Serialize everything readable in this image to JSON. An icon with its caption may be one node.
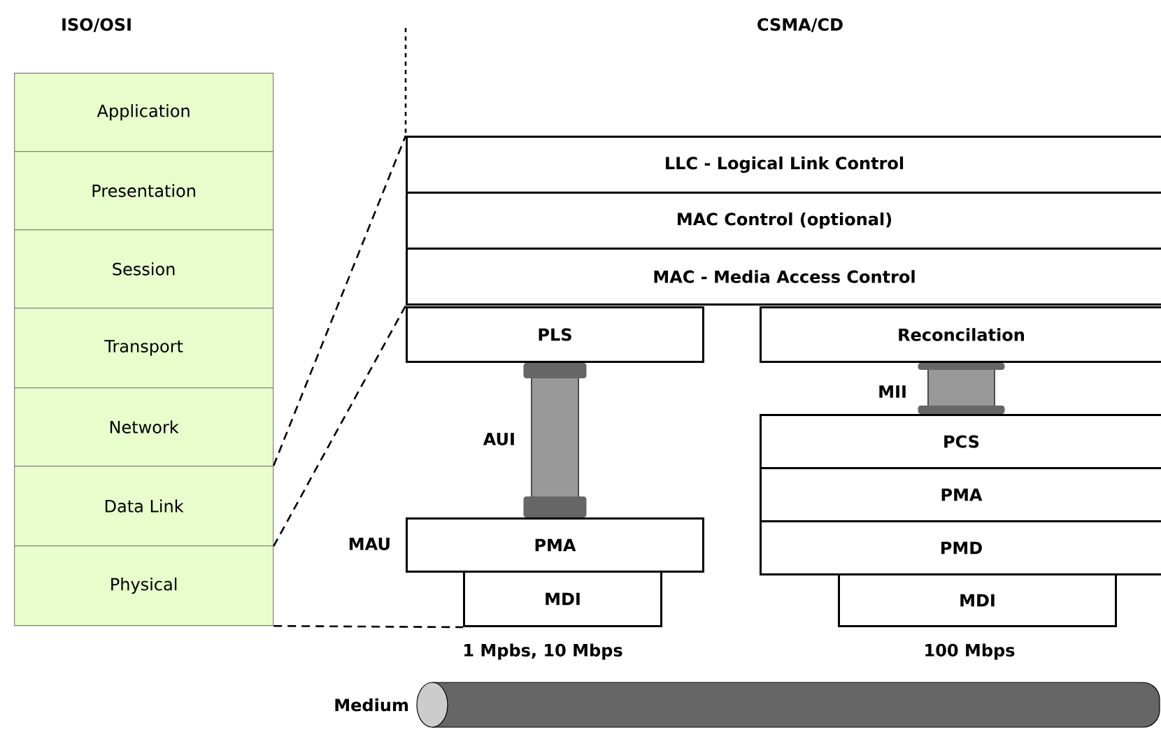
{
  "diagram": {
    "nodes": [
      {
        "text": [
          "Application"
        ]
      },
      {
        "text": [
          "Presentation"
        ]
      },
      {
        "text": [
          "Session"
        ]
      },
      {
        "text": [
          "Transport"
        ]
      },
      {
        "text": [
          "Network"
        ]
      },
      {
        "text": [
          "Data Link"
        ]
      },
      {
        "text": [
          "Physical"
        ]
      },
      {
        "text": [
          "LLC - Logical Link Control"
        ]
      },
      {
        "text": [
          "MAC Control (optional)"
        ]
      },
      {
        "text": [
          "MAC - Media Access Control"
        ]
      },
      {
        "text": [
          "PLS"
        ]
      },
      {
        "text": [
          "Reconcilation"
        ]
      },
      {
        "text": [
          "PMA"
        ],
        "beside": [
          "MAU"
        ]
      },
      {
        "text": [
          "MDI"
        ]
      },
      {
        "text": [
          "PCS"
        ]
      },
      {
        "text": [
          "PMA"
        ]
      },
      {
        "text": [
          "PMD"
        ]
      },
      {
        "text": [
          "MDI"
        ]
      }
    ],
    "edges": [
      {
        "from": 5,
        "to": 7,
        "arrow": "none",
        "style": "dashed"
      },
      {
        "from": 5,
        "to": 9,
        "arrow": "none",
        "style": "dashed"
      },
      {
        "from": 6,
        "to": 13,
        "arrow": "none",
        "style": "dashed"
      },
      {
        "from": 10,
        "to": 12,
        "arrow": "none",
        "style": "thick",
        "label": "AUI"
      },
      {
        "from": 11,
        "to": 14,
        "arrow": "none",
        "style": "thick",
        "label": "MII"
      }
    ],
    "labels": [
      "ISO/OSI",
      "CSMA/CD",
      "1 Mpbs, 10 Mbps",
      "100 Mbps",
      "Medium"
    ]
  }
}
